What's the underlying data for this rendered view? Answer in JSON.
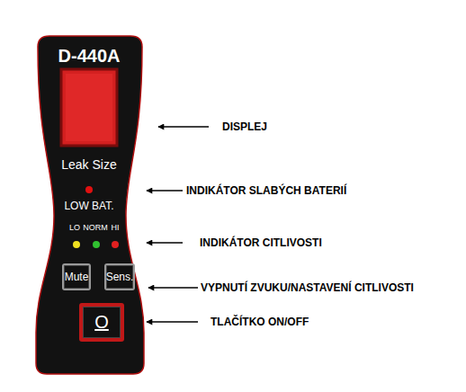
{
  "diagram": {
    "nodes": [
      {
        "text": [
          "D-440A",
          "Leak Size",
          "LOW BAT.",
          "LO",
          "NORM",
          "HI"
        ]
      },
      {
        "text": [
          "Mute"
        ],
        "in": 0
      },
      {
        "text": [
          "Sens."
        ],
        "in": 0
      },
      {
        "text": [
          "O"
        ],
        "in": 0
      }
    ],
    "labels": [
      "DISPLEJ",
      "INDIKÁTOR SLABÝCH BATERIÍ",
      "INDIKÁTOR CITLIVOSTI",
      "VYPNUTÍ ZVUKU/NASTAVENÍ CITLIVOSTI",
      "TLAČÍTKO ON/OFF"
    ]
  }
}
